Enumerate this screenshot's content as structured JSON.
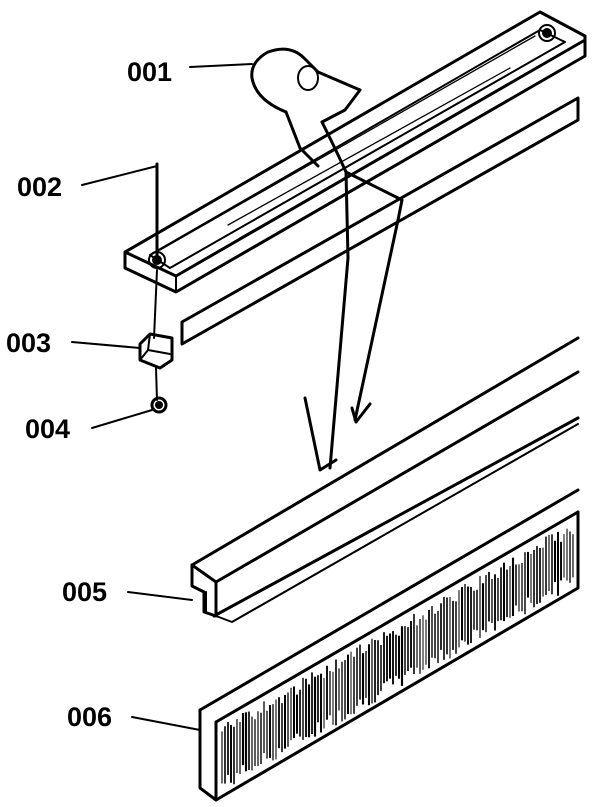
{
  "callouts": [
    {
      "id": "001",
      "label": "001"
    },
    {
      "id": "002",
      "label": "002"
    },
    {
      "id": "003",
      "label": "003"
    },
    {
      "id": "004",
      "label": "004"
    },
    {
      "id": "005",
      "label": "005"
    },
    {
      "id": "006",
      "label": "006"
    }
  ],
  "colors": {
    "ink": "#000000",
    "background": "#ffffff"
  }
}
